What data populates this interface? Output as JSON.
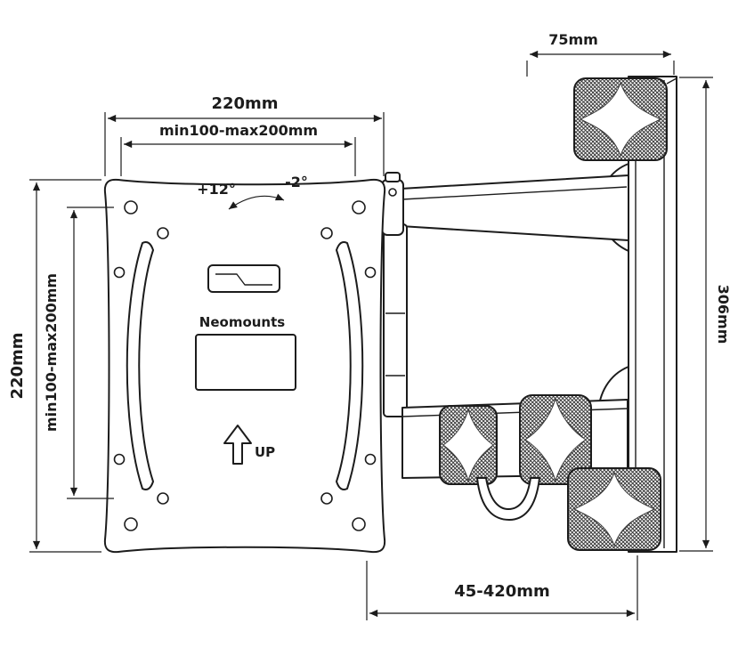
{
  "page": {
    "background": "#ffffff",
    "line_color": "#1c1c1c"
  },
  "drawing": {
    "type": "technical-dimension-drawing",
    "subject": "full-motion TV wall mount",
    "brand_label": "Neomounts",
    "up_label": "UP",
    "annotations": {
      "plate_width": "220mm",
      "plate_width_vesa": "min100-max200mm",
      "plate_height": "220mm",
      "plate_height_vesa": "min100-max200mm",
      "mount_depth": "75mm",
      "wall_bracket_height": "306mm",
      "extension_range": "45-420mm",
      "tilt_up_angle": "+12°",
      "tilt_down_angle": "-2°"
    }
  }
}
